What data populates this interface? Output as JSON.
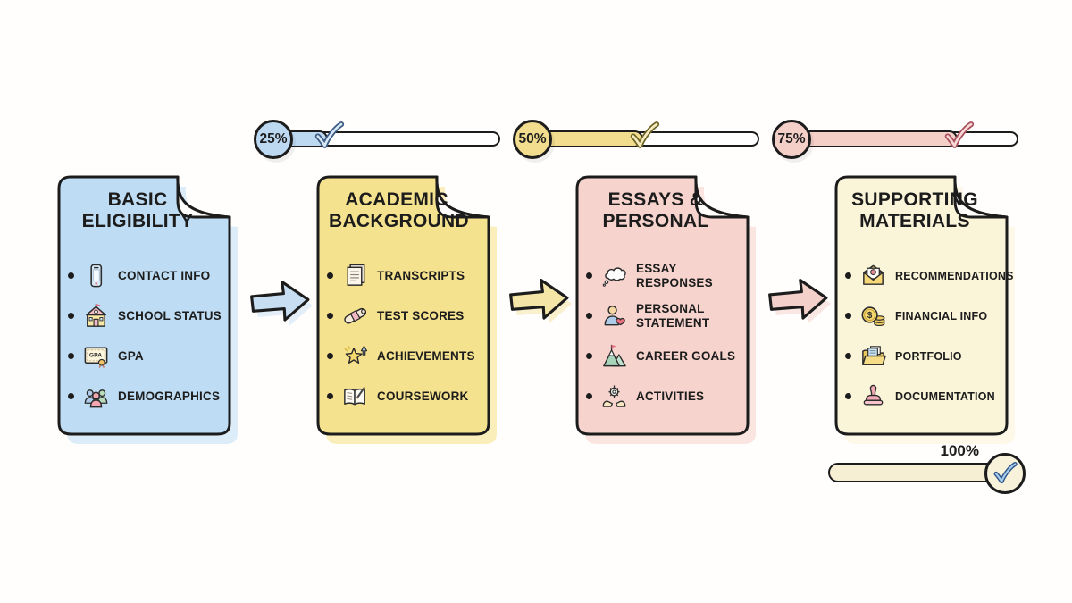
{
  "palette": {
    "ink": "#1c1c1c",
    "background": "#fffefc",
    "track_white": "#ffffff"
  },
  "progress_bars": [
    {
      "percent": "25%",
      "value": 25,
      "fill_color": "#bdd9f2",
      "circle_color": "#bdd9f2",
      "check_stroke": "#3d5a82",
      "check_fill": "#d6e7f6"
    },
    {
      "percent": "50%",
      "value": 50,
      "fill_color": "#f1dd8d",
      "circle_color": "#f1dd8d",
      "check_stroke": "#6e6528",
      "check_fill": "#f7ecc0"
    },
    {
      "percent": "75%",
      "value": 75,
      "fill_color": "#f4cfc8",
      "circle_color": "#f4cfc8",
      "check_stroke": "#a8505e",
      "check_fill": "#f7d9d5"
    }
  ],
  "completion_bar": {
    "percent": "100%",
    "value": 100,
    "fill_color": "#f6efd4",
    "circle_color": "#f8f2da",
    "check_stroke": "#2f568a",
    "check_fill": "#a9cdec"
  },
  "arrows": [
    {
      "name": "arrow-step-1-2",
      "color": "#c6ddf2",
      "shadow": "#e3eef9"
    },
    {
      "name": "arrow-step-2-3",
      "color": "#f5e5a6",
      "shadow": "#faf0cd"
    },
    {
      "name": "arrow-step-3-4",
      "color": "#f3d0c9",
      "shadow": "#fae6e2"
    }
  ],
  "cards": [
    {
      "title": "BASIC ELIGIBILITY",
      "color": "#bedcf3",
      "shadow": "#dcecf8",
      "items": [
        {
          "icon": "phone-icon",
          "label": "CONTACT INFO"
        },
        {
          "icon": "school-icon",
          "label": "SCHOOL STATUS"
        },
        {
          "icon": "gpa-certificate-icon",
          "label": "GPA"
        },
        {
          "icon": "people-icon",
          "label": "DEMOGRAPHICS"
        }
      ]
    },
    {
      "title": "ACADEMIC BACKGROUND",
      "color": "#f5e28f",
      "shadow": "#faeebb",
      "items": [
        {
          "icon": "transcript-pages-icon",
          "label": "TRANSCRIPTS"
        },
        {
          "icon": "diploma-scroll-icon",
          "label": "TEST SCORES"
        },
        {
          "icon": "star-arrow-icon",
          "label": "ACHIEVEMENTS"
        },
        {
          "icon": "open-book-icon",
          "label": "COURSEWORK"
        }
      ]
    },
    {
      "title": "ESSAYS & PERSONAL",
      "color": "#f6d3cd",
      "shadow": "#fae5e1",
      "items": [
        {
          "icon": "thought-bubble-icon",
          "label": "ESSAY RESPONSES"
        },
        {
          "icon": "person-heart-icon",
          "label": "PERSONAL STATEMENT"
        },
        {
          "icon": "mountain-flag-icon",
          "label": "CAREER GOALS"
        },
        {
          "icon": "hands-gear-icon",
          "label": "ACTIVITIES"
        }
      ]
    },
    {
      "title": "SUPPORTING MATERIALS",
      "color": "#faf4d8",
      "shadow": "#fdf8e7",
      "items": [
        {
          "icon": "envelope-seal-icon",
          "label": "RECOMMENDATIONS"
        },
        {
          "icon": "coins-icon",
          "label": "FINANCIAL INFO"
        },
        {
          "icon": "folder-icon",
          "label": "PORTFOLIO"
        },
        {
          "icon": "stamp-icon",
          "label": "DOCUMENTATION"
        }
      ]
    }
  ]
}
